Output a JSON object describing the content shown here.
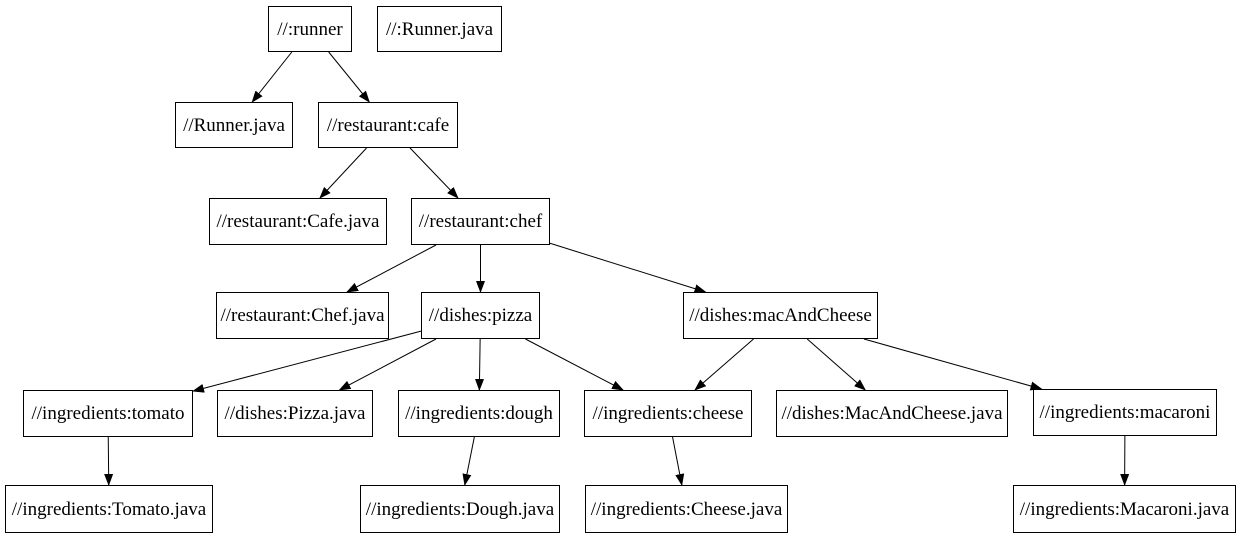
{
  "diagram": {
    "type": "dependency-graph",
    "background_color": "#ffffff",
    "node_fill_color": "#ffffff",
    "node_border_color": "#000000",
    "edge_color": "#000000",
    "text_color": "#000000",
    "nodes": [
      {
        "id": "runner",
        "label": "//:runner"
      },
      {
        "id": "runner_java_root",
        "label": "//:Runner.java"
      },
      {
        "id": "runner_java",
        "label": "//Runner.java"
      },
      {
        "id": "cafe",
        "label": "//restaurant:cafe"
      },
      {
        "id": "cafe_java",
        "label": "//restaurant:Cafe.java"
      },
      {
        "id": "chef",
        "label": "//restaurant:chef"
      },
      {
        "id": "chef_java",
        "label": "//restaurant:Chef.java"
      },
      {
        "id": "pizza",
        "label": "//dishes:pizza"
      },
      {
        "id": "mac_and_cheese",
        "label": "//dishes:macAndCheese"
      },
      {
        "id": "tomato",
        "label": "//ingredients:tomato"
      },
      {
        "id": "pizza_java",
        "label": "//dishes:Pizza.java"
      },
      {
        "id": "dough",
        "label": "//ingredients:dough"
      },
      {
        "id": "cheese",
        "label": "//ingredients:cheese"
      },
      {
        "id": "mac_and_cheese_java",
        "label": "//dishes:MacAndCheese.java"
      },
      {
        "id": "macaroni",
        "label": "//ingredients:macaroni"
      },
      {
        "id": "tomato_java",
        "label": "//ingredients:Tomato.java"
      },
      {
        "id": "dough_java",
        "label": "//ingredients:Dough.java"
      },
      {
        "id": "cheese_java",
        "label": "//ingredients:Cheese.java"
      },
      {
        "id": "macaroni_java",
        "label": "//ingredients:Macaroni.java"
      }
    ],
    "edges": [
      {
        "from": "runner",
        "to": "runner_java"
      },
      {
        "from": "runner",
        "to": "cafe"
      },
      {
        "from": "cafe",
        "to": "cafe_java"
      },
      {
        "from": "cafe",
        "to": "chef"
      },
      {
        "from": "chef",
        "to": "chef_java"
      },
      {
        "from": "chef",
        "to": "pizza"
      },
      {
        "from": "chef",
        "to": "mac_and_cheese"
      },
      {
        "from": "pizza",
        "to": "tomato"
      },
      {
        "from": "pizza",
        "to": "pizza_java"
      },
      {
        "from": "pizza",
        "to": "dough"
      },
      {
        "from": "pizza",
        "to": "cheese"
      },
      {
        "from": "mac_and_cheese",
        "to": "cheese"
      },
      {
        "from": "mac_and_cheese",
        "to": "mac_and_cheese_java"
      },
      {
        "from": "mac_and_cheese",
        "to": "macaroni"
      },
      {
        "from": "tomato",
        "to": "tomato_java"
      },
      {
        "from": "dough",
        "to": "dough_java"
      },
      {
        "from": "cheese",
        "to": "cheese_java"
      },
      {
        "from": "macaroni",
        "to": "macaroni_java"
      }
    ]
  }
}
